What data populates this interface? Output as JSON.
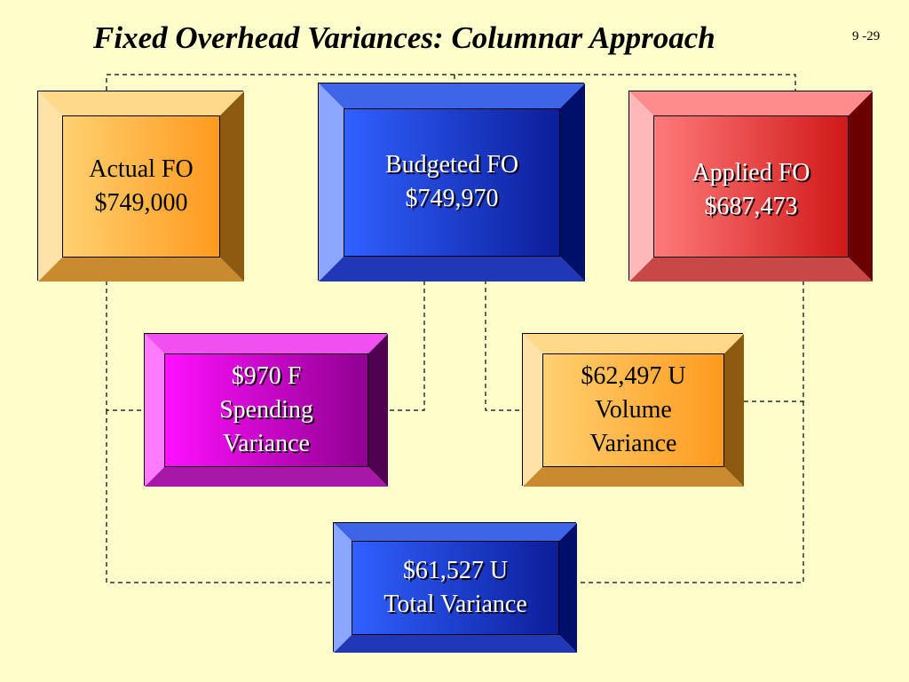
{
  "slide": {
    "title": "Fixed Overhead Variances:  Columnar Approach",
    "number": "9 -29"
  },
  "boxes": {
    "actual": {
      "line1": "Actual FO",
      "line2": "$749,000"
    },
    "budgeted": {
      "line1": "Budgeted FO",
      "line2": "$749,970"
    },
    "applied": {
      "line1": "Applied FO",
      "line2": "$687,473"
    },
    "spending": {
      "line1": "$970 F",
      "line2": "Spending",
      "line3": "Variance"
    },
    "volume": {
      "line1": "$62,497 U",
      "line2": "Volume",
      "line3": "Variance"
    },
    "total": {
      "line1": "$61,527 U",
      "line2": "Total Variance"
    }
  },
  "colors": {
    "background": "#ffffcc",
    "orange": "#ff9a1e",
    "blue": "#2a4ee8",
    "red": "#e84a4a",
    "magenta": "#e020e0"
  }
}
